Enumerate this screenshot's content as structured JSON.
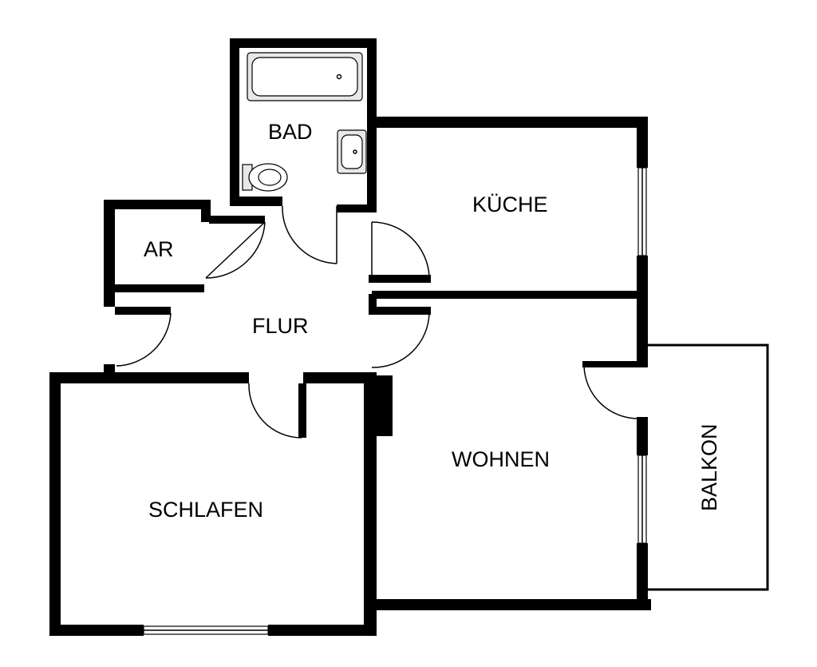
{
  "rooms": {
    "bad": "BAD",
    "kueche": "KÜCHE",
    "ar": "AR",
    "flur": "FLUR",
    "wohnen": "WOHNEN",
    "schlafen": "SCHLAFEN",
    "balkon": "BALKON"
  },
  "colors": {
    "wall": "#000000",
    "background": "#ffffff"
  }
}
